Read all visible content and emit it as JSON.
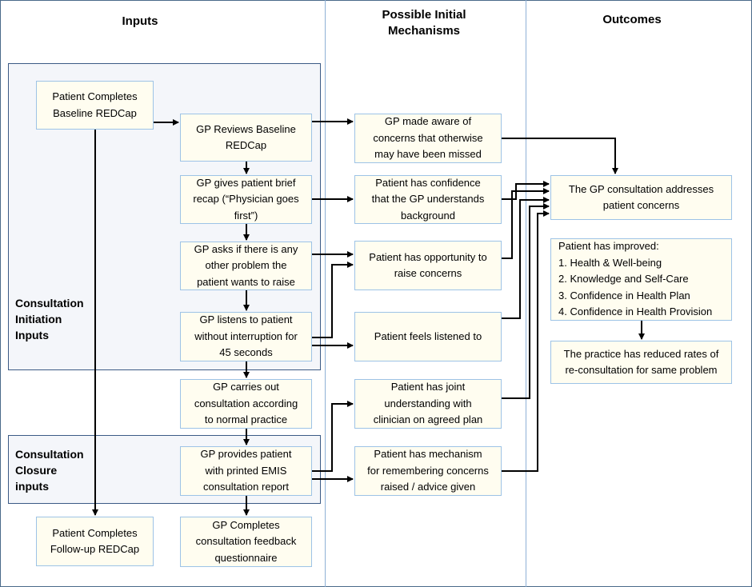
{
  "columns": {
    "inputs": "Inputs",
    "mechanisms": "Possible Initial\nMechanisms",
    "outcomes": "Outcomes"
  },
  "groups": {
    "initiation": "Consultation\nInitiation\nInputs",
    "closure": "Consultation\nClosure\ninputs"
  },
  "boxes": {
    "baseline_redcap": "Patient Completes\nBaseline REDCap",
    "gp_reviews": "GP Reviews Baseline\nREDCap",
    "gp_recap": "GP gives patient brief\nrecap (“Physician goes\nfirst”)",
    "gp_asks": "GP asks if there is any\nother problem the\npatient wants to raise",
    "gp_listens": "GP listens to patient\nwithout interruption for\n45 seconds",
    "gp_carries_out": "GP carries out\nconsultation according\nto normal practice",
    "gp_provides": "GP provides patient\nwith printed EMIS\nconsultation report",
    "gp_feedback": "GP Completes\nconsultation feedback\nquestionnaire",
    "followup_redcap": "Patient Completes\nFollow-up REDCap",
    "mech_aware": "GP made aware of\nconcerns that otherwise\nmay have been missed",
    "mech_confidence": "Patient has confidence\nthat the GP understands\nbackground",
    "mech_opportunity": "Patient has opportunity to\nraise concerns",
    "mech_listened": "Patient feels listened to",
    "mech_joint": "Patient has joint\nunderstanding with\nclinician on agreed plan",
    "mech_remembering": "Patient has  mechanism\nfor remembering concerns\nraised / advice given",
    "out_addresses": "The GP consultation addresses\npatient concerns",
    "out_improved": "Patient has improved:\n1. Health & Well-being\n2. Knowledge and Self-Care\n3. Confidence in Health Plan\n4. Confidence in Health Provision",
    "out_reduced": "The practice has reduced rates of\nre-consultation for same problem"
  },
  "colors": {
    "box_fill": "#fffdf0",
    "box_border": "#9dc3e6",
    "group_fill": "#f4f6fa",
    "group_border": "#3b5a85",
    "arrow": "#000000"
  }
}
